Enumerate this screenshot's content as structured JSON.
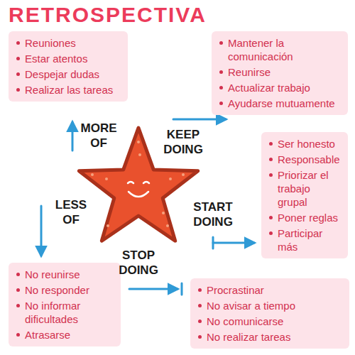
{
  "diagram": {
    "title": "RETROSPECTIVA",
    "nodes": [
      {
        "text": [
          "Reuniones",
          "Estar atentos",
          "Despejar dudas",
          "Realizar las tareas"
        ]
      },
      {
        "text": [
          "Mantener la comunicación",
          "Reunirse",
          "Actualizar trabajo",
          "Ayudarse mutuamente"
        ]
      },
      {
        "text": [
          "Ser honesto",
          "Responsable",
          "Priorizar el trabajo grupal",
          "Poner reglas",
          "Participar más"
        ]
      },
      {
        "text": [
          "No reunirse",
          "No responder",
          "No informar dificultades",
          "Atrasarse"
        ]
      },
      {
        "text": [
          "Procrastinar",
          "No avisar a tiempo",
          "No comunicarse",
          "No realizar tareas"
        ]
      }
    ],
    "labels": [
      "MORE OF",
      "KEEP DOING",
      "START DOING",
      "LESS OF",
      "STOP DOING"
    ]
  }
}
